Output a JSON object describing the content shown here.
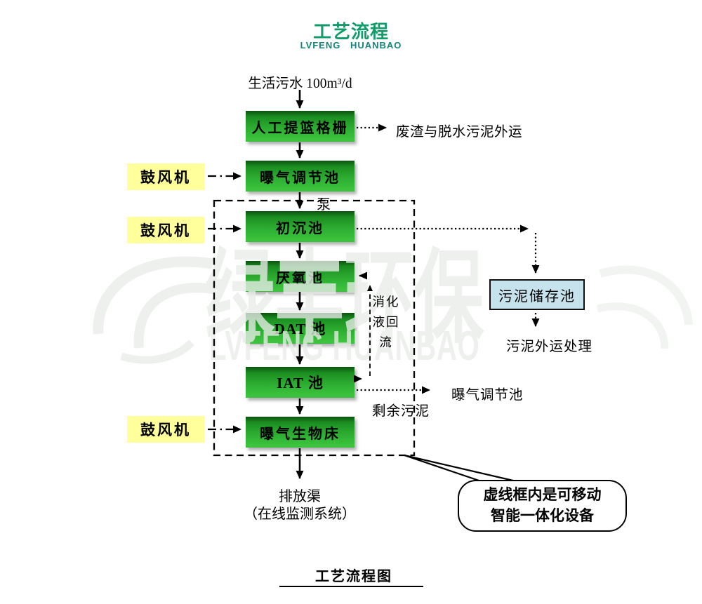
{
  "header": {
    "title": "工艺流程",
    "subtitle": "LVFENG HUANBAO"
  },
  "flow": {
    "influent": "生活污水 100m³/d",
    "boxes": [
      "人工提篮格栅",
      "曝气调节池",
      "初沉池",
      "厌氧池",
      "DAT 池",
      "IAT 池",
      "曝气生物床"
    ],
    "blower": "鼓风机",
    "pump": "泵",
    "screen_waste": "废渣与脱水污泥外运",
    "sludge_storage": "污泥储存池",
    "sludge_disposal": "污泥外运处理",
    "digest_line1": "消化",
    "digest_line2": "液回",
    "digest_line3": "流",
    "iat_return": "曝气调节池",
    "surplus_sludge": "剩余污泥",
    "outlet": "排放渠",
    "outlet_note": "（在线监测系统）",
    "callout_line1": "虚线框内是可移动",
    "callout_line2": "智能一体化设备",
    "caption": "工艺流程图"
  },
  "watermark": {
    "cn": "绿丰环保",
    "en": "LVFENG HUANBAO"
  },
  "colors": {
    "title_green": "#129c6b",
    "subtitle_teal": "#13857c",
    "box_green": "#28a52d",
    "blower_yellow": "#ffff9c",
    "storage_blue": "#c6e2ec"
  }
}
